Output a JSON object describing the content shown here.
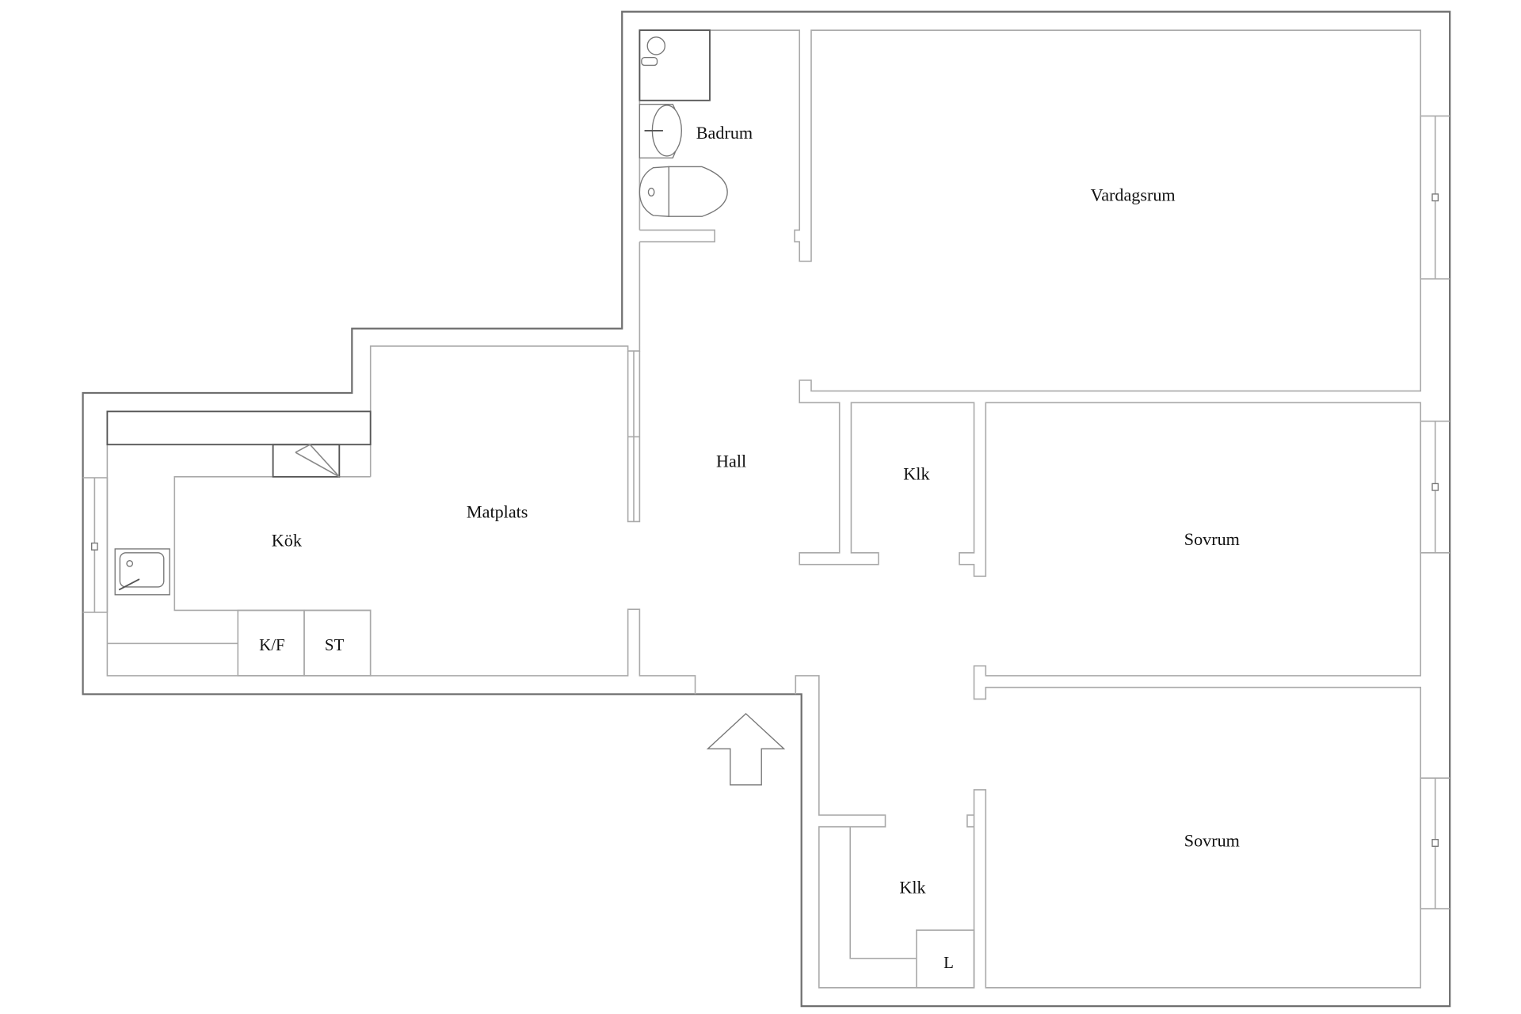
{
  "floorplan": {
    "rooms": {
      "badrum": "Badrum",
      "vardagsrum": "Vardagsrum",
      "hall": "Hall",
      "klk_1": "Klk",
      "matplats": "Matplats",
      "kok": "Kök",
      "sovrum_1": "Sovrum",
      "sovrum_2": "Sovrum",
      "klk_2": "Klk"
    },
    "fixtures": {
      "fridge_freezer": "K/F",
      "stove": "ST",
      "laundry": "L"
    },
    "entrance_icon": "arrow-up-icon",
    "colors": {
      "outer_wall": "#6f6f6f",
      "inner_wall": "#a9a9a9",
      "text": "#111111"
    }
  }
}
